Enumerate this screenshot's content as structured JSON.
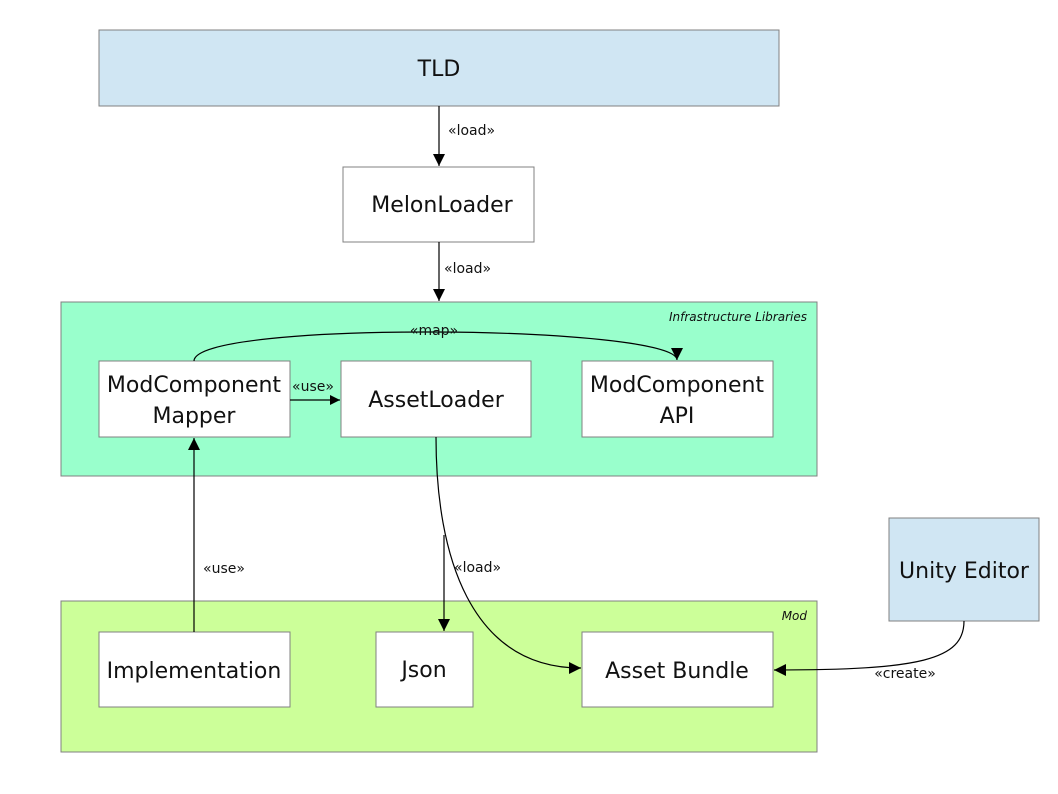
{
  "groups": {
    "infrastructure": {
      "label": "Infrastructure Libraries",
      "color": "#99ffcc"
    },
    "mod": {
      "label": "Mod",
      "color": "#ccff99"
    }
  },
  "nodes": {
    "tld": {
      "label": "TLD",
      "color": "#d0e6f3"
    },
    "melonloader": {
      "label": "MelonLoader",
      "color": "#ffffff"
    },
    "modcomponent_mapper": {
      "label_line1": "ModComponent",
      "label_line2": "Mapper",
      "color": "#ffffff"
    },
    "assetloader": {
      "label": "AssetLoader",
      "color": "#ffffff"
    },
    "modcomponent_api": {
      "label_line1": "ModComponent",
      "label_line2": "API",
      "color": "#ffffff"
    },
    "implementation": {
      "label": "Implementation",
      "color": "#ffffff"
    },
    "json": {
      "label": "Json",
      "color": "#ffffff"
    },
    "asset_bundle": {
      "label": "Asset Bundle",
      "color": "#ffffff"
    },
    "unity_editor": {
      "label": "Unity Editor",
      "color": "#d0e6f3"
    }
  },
  "edges": {
    "tld_to_melonloader": {
      "label": "«load»"
    },
    "melonloader_to_infrastructure": {
      "label": "«load»"
    },
    "mapper_to_api": {
      "label": "«map»"
    },
    "mapper_to_assetloader": {
      "label": "«use»"
    },
    "implementation_to_mapper": {
      "label": "«use»"
    },
    "assetloader_to_mod": {
      "label": "«load»"
    },
    "unity_to_bundle": {
      "label": "«create»"
    }
  },
  "colors": {
    "stroke": "#808080",
    "edge": "#000000"
  }
}
